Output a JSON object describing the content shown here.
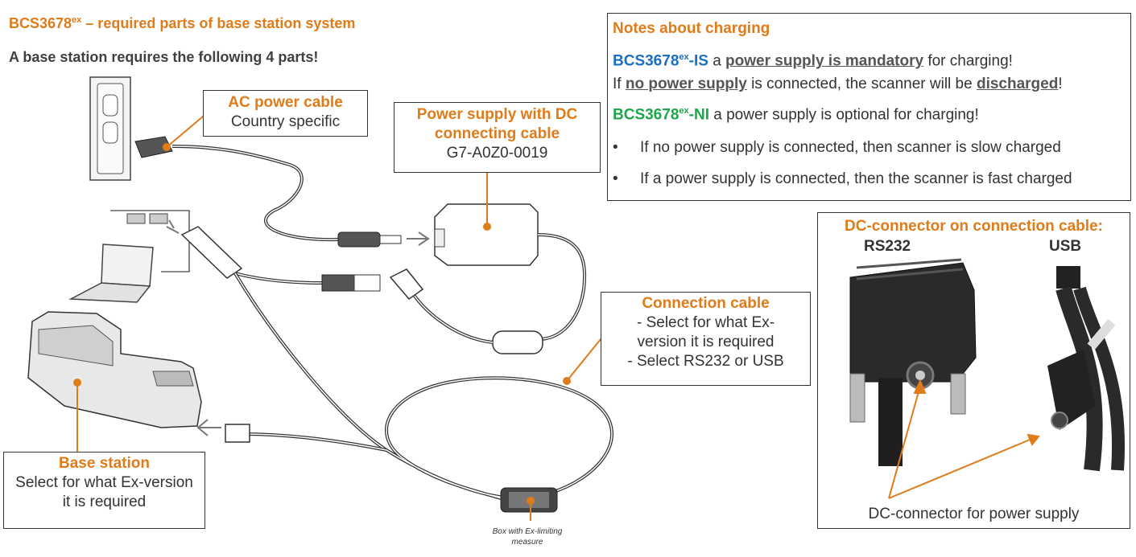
{
  "title": {
    "main": "BCS3678",
    "sup": "ex",
    "rest": " – required parts of base station system"
  },
  "subtitle": "A base station requires the following 4 parts!",
  "ac_cable": {
    "head": "AC power cable",
    "desc": "Country specific"
  },
  "power_supply": {
    "head1": "Power supply with DC",
    "head2": "connecting cable",
    "part": "G7-A0Z0-0019"
  },
  "connection_cable": {
    "head": "Connection cable",
    "line1": "- Select for what Ex-",
    "line2": "version it is required",
    "line3": "- Select RS232 or USB"
  },
  "base_station": {
    "head": "Base station",
    "line1": "Select for what Ex-version",
    "line2": "it is required"
  },
  "box_caption": {
    "line1": "Box with Ex-limiting",
    "line2": "measure"
  },
  "notes": {
    "title": "Notes about charging",
    "is_model": "BCS3678",
    "is_sup": "ex",
    "is_suffix": "-IS",
    "is_text1": " a ",
    "is_ul1": "power supply is mandatory",
    "is_text2": " for charging!",
    "if_text1": "If ",
    "if_ul1": "no power supply",
    "if_text2": " is connected, the scanner will be ",
    "if_ul2": "discharged",
    "if_text3": "!",
    "ni_model": "BCS3678",
    "ni_sup": "ex",
    "ni_suffix": "-NI",
    "ni_text": " a power supply is optional for charging!",
    "bullet_char": "•",
    "bullet1": "If no power supply is connected, then scanner is slow charged",
    "bullet2": "If a power supply is connected, then the scanner is fast charged"
  },
  "dc_connector": {
    "title": "DC-connector on connection cable:",
    "rs232": "RS232",
    "usb": "USB",
    "footer": "DC-connector for power supply"
  },
  "colors": {
    "accent": "#e07b1a",
    "blue": "#1a6fc0",
    "green": "#1fa54b"
  }
}
